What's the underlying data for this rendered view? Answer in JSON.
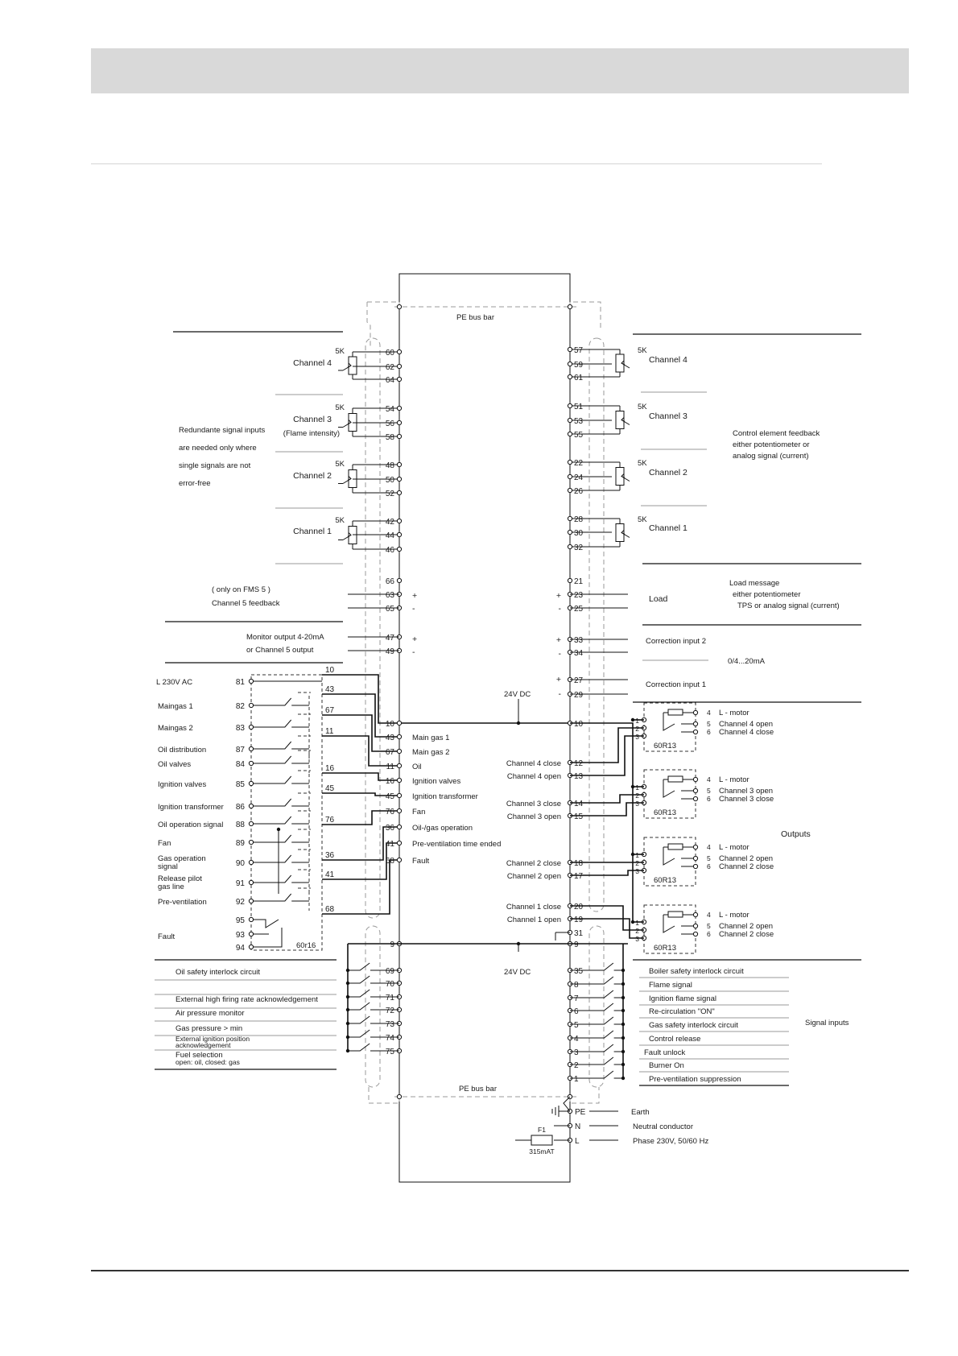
{
  "pe_bus_top": "PE  bus bar",
  "pe_bus_bottom": "PE bus bar",
  "dc_top": "24V DC",
  "dc_bottom": "24V DC",
  "fuse": {
    "name": "F1",
    "rating": "315mAT"
  },
  "relay_model": "60R13",
  "left_relay_model": "60r16",
  "five_k": "5K",
  "plus": "+",
  "minus": "-",
  "left_channels": [
    {
      "label": "Channel 4",
      "sub": "",
      "terms": [
        "60",
        "62",
        "64"
      ]
    },
    {
      "label": "Channel 3",
      "sub": "(Flame intensity)",
      "terms": [
        "54",
        "56",
        "58"
      ]
    },
    {
      "label": "Channel  2",
      "sub": "",
      "terms": [
        "48",
        "50",
        "52"
      ]
    },
    {
      "label": "Channel 1",
      "sub": "",
      "terms": [
        "42",
        "44",
        "46"
      ]
    }
  ],
  "right_channels": [
    {
      "label": "Channel 4",
      "terms": [
        "57",
        "59",
        "61"
      ]
    },
    {
      "label": "Channel 3",
      "terms": [
        "51",
        "53",
        "55"
      ]
    },
    {
      "label": "Channel 2",
      "terms": [
        "22",
        "24",
        "26"
      ]
    },
    {
      "label": "Channel 1",
      "terms": [
        "28",
        "30",
        "32"
      ]
    }
  ],
  "redundant_note": [
    "Redundante signal inputs",
    "are needed only where",
    "single signals are not",
    "error-free"
  ],
  "feedback_note": [
    "Control element feedback",
    "either potentiometer or",
    "analog signal (current)"
  ],
  "fms_note": [
    "( only on FMS 5 )",
    "Channel 5 feedback"
  ],
  "fms_terms": [
    "66",
    "63",
    "65"
  ],
  "monitor_note": [
    "Monitor output 4-20mA",
    "or Channel 5 output"
  ],
  "monitor_terms": [
    "47",
    "49"
  ],
  "load_note": {
    "title": "Load",
    "lines": [
      "Load message",
      "either potentiometer",
      "TPS or analog signal (current)"
    ]
  },
  "load_terms": [
    "21",
    "23",
    "25"
  ],
  "corr2": {
    "label": "Correction input 2",
    "terms": [
      "33",
      "34"
    ]
  },
  "corr_range": "0/4...20mA",
  "corr1": {
    "label": "Correction input 1",
    "terms": [
      "27",
      "29"
    ]
  },
  "supply": {
    "label": "L 230V AC",
    "term": "81"
  },
  "left_outputs": [
    {
      "label": "Maingas 1",
      "term": "82"
    },
    {
      "label": "Maingas 2",
      "term": "83"
    },
    {
      "label": "Oil distribution",
      "term": "87"
    },
    {
      "label": "Oil valves",
      "term": "84"
    },
    {
      "label": "Ignition valves",
      "term": "85"
    },
    {
      "label": "Ignition transformer",
      "term": "86"
    },
    {
      "label": "Oil operation signal",
      "term": "88"
    },
    {
      "label": "Fan",
      "term": "89"
    },
    {
      "label": "Gas operation signal",
      "term": "90"
    },
    {
      "label": "Release pilot gas line",
      "term": "91"
    },
    {
      "label": "Pre-ventilation",
      "term": "92"
    }
  ],
  "fault": {
    "label": "Fault",
    "terms": [
      "95",
      "93",
      "94"
    ]
  },
  "bridge_numbers": [
    "10",
    "43",
    "67",
    "11",
    "16",
    "45",
    "76",
    "36",
    "41",
    "68"
  ],
  "inner_left": [
    {
      "term": "10",
      "label": ""
    },
    {
      "term": "43",
      "label": "Main gas 1"
    },
    {
      "term": "67",
      "label": "Main gas 2"
    },
    {
      "term": "11",
      "label": "Oil"
    },
    {
      "term": "16",
      "label": "Ignition valves"
    },
    {
      "term": "45",
      "label": "Ignition transformer"
    },
    {
      "term": "76",
      "label": "Fan"
    },
    {
      "term": "36",
      "label": "Oil-/gas operation"
    },
    {
      "term": "41",
      "label": "Pre-ventilation time ended"
    },
    {
      "term": "68",
      "label": "Fault"
    }
  ],
  "inner_right": [
    {
      "term": "10",
      "label": ""
    },
    {
      "term": "12",
      "label": "Channel 4 close"
    },
    {
      "term": "13",
      "label": "Channel 4 open"
    },
    {
      "term": "14",
      "label": "Channel 3 close"
    },
    {
      "term": "15",
      "label": "Channel 3 open"
    },
    {
      "term": "18",
      "label": "Channel 2 close"
    },
    {
      "term": "17",
      "label": "Channel 2 open"
    },
    {
      "term": "20",
      "label": "Channel 1 close"
    },
    {
      "term": "19",
      "label": "Channel 1 open"
    },
    {
      "term": "31",
      "label": ""
    }
  ],
  "output_relays": [
    {
      "motor": "L - motor",
      "open": "Channel 4 open",
      "close": "Channel 4 close"
    },
    {
      "motor": "L - motor",
      "open": "Channel 3 open",
      "close": "Channel 3 close"
    },
    {
      "motor": "L - motor",
      "open": "Channel 2 open",
      "close": "Channel 2 close"
    },
    {
      "motor": "L - motor",
      "open": "Channel 2 open",
      "close": "Channel 2 close"
    }
  ],
  "relay_pins": [
    "1",
    "2",
    "3",
    "4",
    "5",
    "6"
  ],
  "outputs_label": "Outputs",
  "term_9": "9",
  "left_inputs": [
    {
      "label": "Oil safety interlock circuit",
      "term": "69"
    },
    {
      "label": "",
      "term": "70"
    },
    {
      "label": "External high firing rate acknowledgement",
      "term": "71"
    },
    {
      "label": "Air pressure monitor",
      "term": "72"
    },
    {
      "label": "Gas pressure > min",
      "term": "73"
    },
    {
      "label": "External ignition position acknowledgement",
      "term": "74"
    },
    {
      "label": "Fuel selection",
      "sub": "open: oil, closed: gas",
      "term": "75"
    }
  ],
  "right_inputs": [
    {
      "label": "Boiler safety interlock circuit",
      "term": "35"
    },
    {
      "label": "Flame signal",
      "term": "8"
    },
    {
      "label": "Ignition flame signal",
      "term": "7"
    },
    {
      "label": "Re-circulation \"ON\"",
      "term": "6"
    },
    {
      "label": "Gas safety interlock circuit",
      "term": "5"
    },
    {
      "label": "Control release",
      "term": "4"
    },
    {
      "label": "Fault unlock",
      "term": "3"
    },
    {
      "label": "Burner On",
      "term": "2"
    },
    {
      "label": "Pre-ventilation  suppression",
      "term": "1"
    }
  ],
  "signal_inputs_label": "Signal inputs",
  "power": [
    {
      "term": "PE",
      "label": "Earth"
    },
    {
      "term": "N",
      "label": "Neutral conductor"
    },
    {
      "term": "L",
      "label": "Phase 230V, 50/60 Hz"
    }
  ]
}
